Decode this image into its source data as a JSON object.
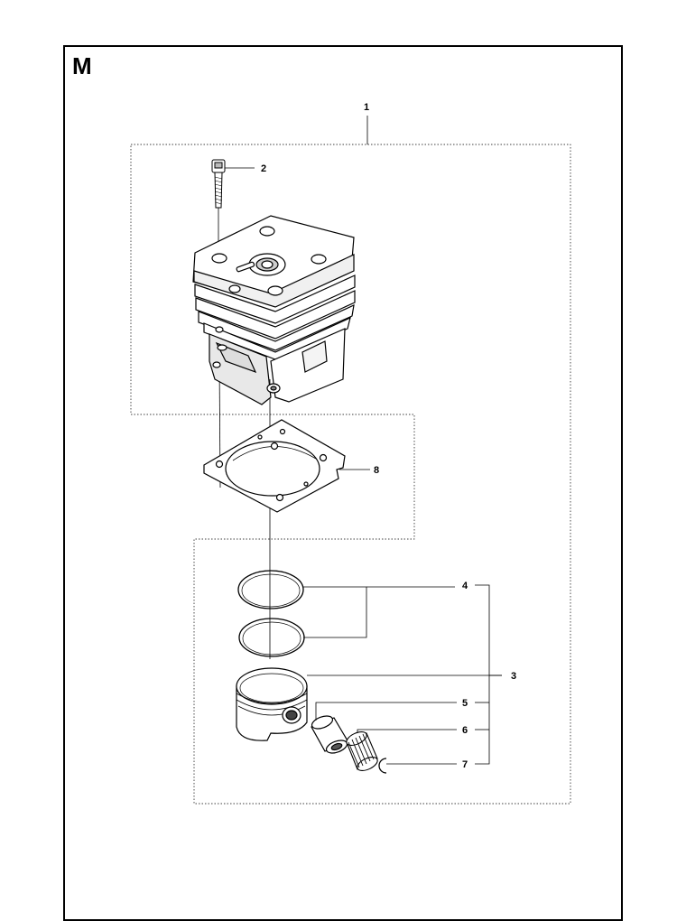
{
  "section": {
    "letter": "M"
  },
  "callouts": {
    "c1": "1",
    "c2": "2",
    "c3": "3",
    "c4": "4",
    "c5": "5",
    "c6": "6",
    "c7": "7",
    "c8": "8"
  },
  "parts": [
    {
      "ref": "1",
      "icon": "cylinder-icon"
    },
    {
      "ref": "2",
      "icon": "screw-icon"
    },
    {
      "ref": "3",
      "icon": "piston-icon"
    },
    {
      "ref": "4",
      "icon": "piston-ring-icon"
    },
    {
      "ref": "5",
      "icon": "piston-pin-icon"
    },
    {
      "ref": "6",
      "icon": "needle-bearing-icon"
    },
    {
      "ref": "7",
      "icon": "circlip-icon"
    },
    {
      "ref": "8",
      "icon": "gasket-icon"
    }
  ],
  "colors": {
    "line": "#000000",
    "background": "#ffffff"
  }
}
